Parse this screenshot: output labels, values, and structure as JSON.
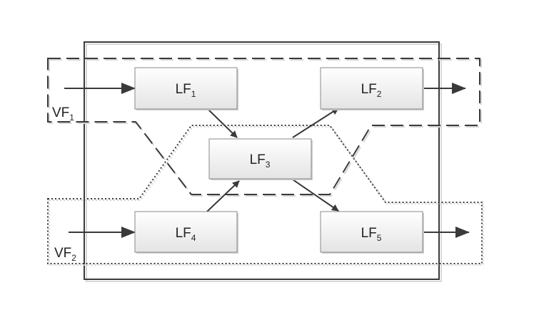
{
  "diagram": {
    "nodes": [
      {
        "id": "lf1",
        "base": "LF",
        "sub": "1"
      },
      {
        "id": "lf2",
        "base": "LF",
        "sub": "2"
      },
      {
        "id": "lf3",
        "base": "LF",
        "sub": "3"
      },
      {
        "id": "lf4",
        "base": "LF",
        "sub": "4"
      },
      {
        "id": "lf5",
        "base": "LF",
        "sub": "5"
      }
    ],
    "flows": [
      {
        "id": "vf1",
        "base": "VF",
        "sub": "1",
        "line_style": "dashed",
        "path": [
          "lf1",
          "lf3",
          "lf2"
        ]
      },
      {
        "id": "vf2",
        "base": "VF",
        "sub": "2",
        "line_style": "dotted",
        "path": [
          "lf4",
          "lf3",
          "lf5"
        ]
      }
    ],
    "edges": [
      {
        "from": "lf1",
        "to": "lf3"
      },
      {
        "from": "lf3",
        "to": "lf2"
      },
      {
        "from": "lf4",
        "to": "lf3"
      },
      {
        "from": "lf3",
        "to": "lf5"
      }
    ],
    "colors": {
      "node_fill_top": "#ffffff",
      "node_fill_bottom": "#e6e6e6",
      "stroke": "#3a3a3a",
      "arrow": "#3a3a3a"
    }
  }
}
